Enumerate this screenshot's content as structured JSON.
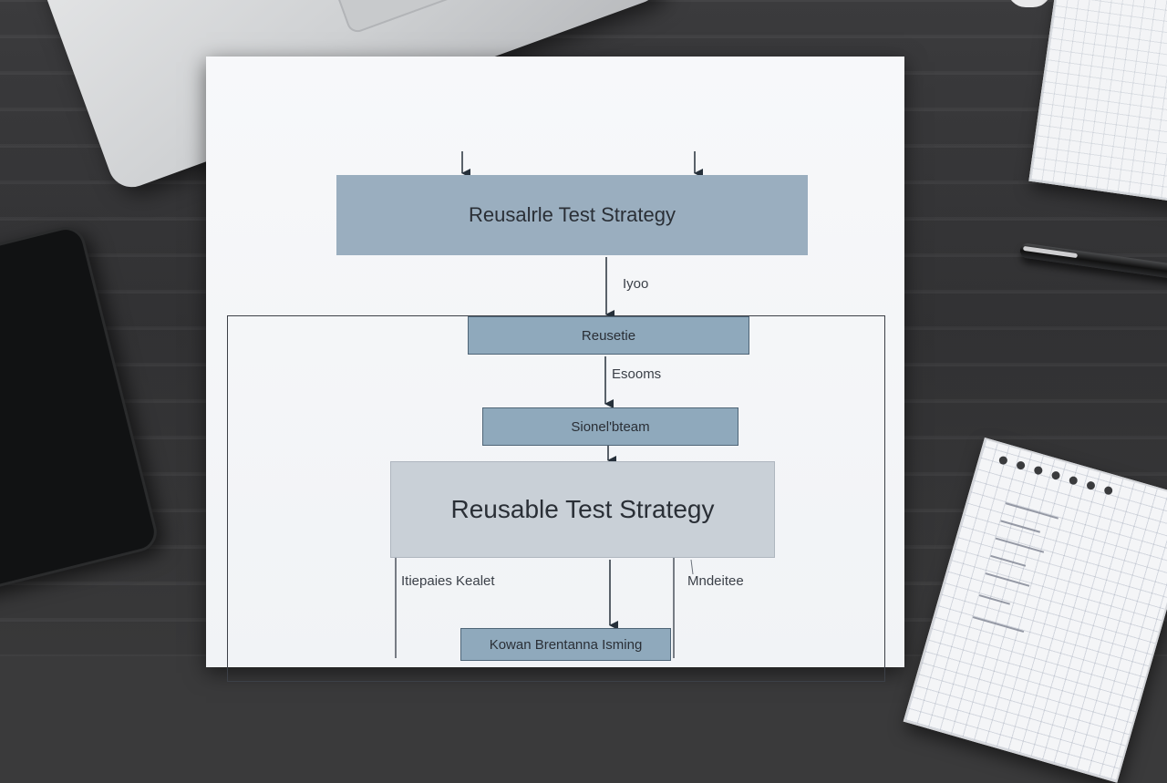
{
  "diagram": {
    "top_box": "Reusalrle Test Strategy",
    "edge_label_1": "Iyoo",
    "box_1": "Reusetie",
    "edge_label_2": "Esooms",
    "box_2": "Sionel'bteam",
    "middle_box": "Reusable Test Strategy",
    "left_label": "Itiepaies Kealet",
    "right_label": "Mndeitee",
    "bottom_box": "Kowan Brentanna Isming"
  }
}
